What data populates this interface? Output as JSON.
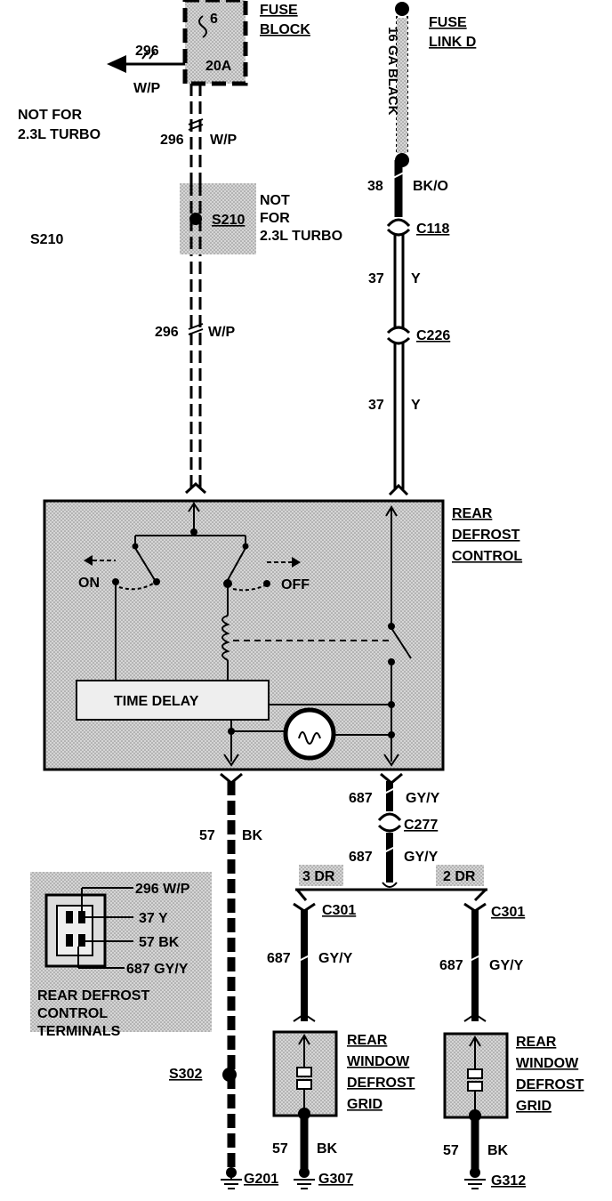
{
  "fuse_block": {
    "title_line1": "FUSE",
    "title_line2": "BLOCK",
    "pin": "6",
    "rating": "20A"
  },
  "fuse_link": {
    "title_line1": "FUSE",
    "title_line2": "LINK D",
    "wire": "16 GA BLACK"
  },
  "note_left": {
    "line1": "NOT FOR",
    "line2": "2.3L TURBO"
  },
  "note_s210": {
    "line1": "NOT",
    "line2": "FOR",
    "line3": "2.3L TURBO"
  },
  "splice_label_left": "S210",
  "splice_s210": "S210",
  "splice_s302": "S302",
  "wires": {
    "w296": {
      "circuit": "296",
      "color": "W/P"
    },
    "w38": {
      "circuit": "38",
      "color": "BK/O"
    },
    "w37": {
      "circuit": "37",
      "color": "Y"
    },
    "w57": {
      "circuit": "57",
      "color": "BK"
    },
    "w687": {
      "circuit": "687",
      "color": "GY/Y"
    }
  },
  "connectors": {
    "c118": "C118",
    "c226": "C226",
    "c277": "C277",
    "c301": "C301"
  },
  "control": {
    "title_line1": "REAR",
    "title_line2": "DEFROST",
    "title_line3": "CONTROL",
    "on": "ON",
    "off": "OFF",
    "time_delay": "TIME DELAY"
  },
  "branches": {
    "left": "3 DR",
    "right": "2 DR"
  },
  "terminals": {
    "t1": "296 W/P",
    "t2": "37 Y",
    "t3": "57 BK",
    "t4": "687 GY/Y",
    "caption_line1": "REAR DEFROST",
    "caption_line2": "CONTROL",
    "caption_line3": "TERMINALS"
  },
  "grid": {
    "line1": "REAR",
    "line2": "WINDOW",
    "line3": "DEFROST",
    "line4": "GRID"
  },
  "grounds": {
    "g201": "G201",
    "g307": "G307",
    "g312": "G312"
  },
  "colors": {
    "ink": "#000000",
    "shade": "#c8c8c8",
    "background": "#ffffff"
  }
}
